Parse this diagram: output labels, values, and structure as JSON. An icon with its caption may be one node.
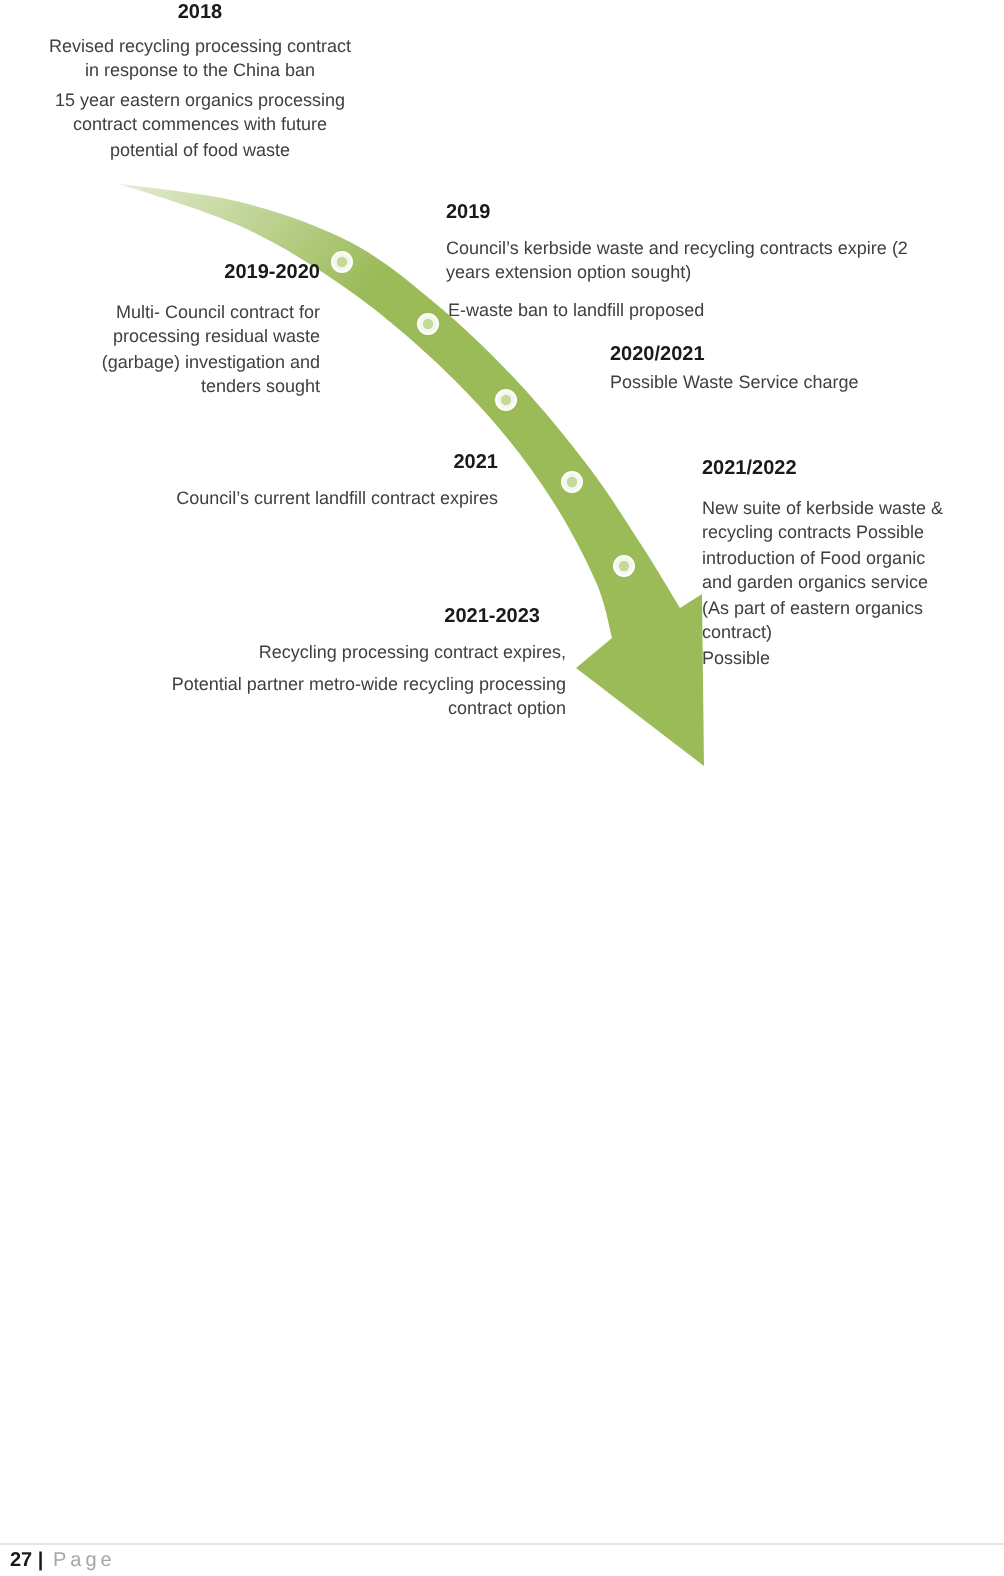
{
  "diagram": {
    "labels": [
      "2018",
      "Revised recycling processing contract in response to the China ban",
      "15 year eastern organics processing contract commences with future potential of food waste",
      "2019",
      "Council’s kerbside waste and recycling contracts expire (2 years extension option sought)",
      "E-waste ban to landfill proposed",
      "2019-2020",
      "Multi- Council contract for processing residual waste (garbage) investigation and tenders sought",
      "2020/2021",
      "Possible Waste Service charge",
      "2021",
      "Council’s current landfill contract expires",
      "2021/2022",
      "New suite of kerbside waste & recycling contracts Possible introduction of Food organic and garden organics service (As part of eastern organics contract)",
      "Possible",
      "2021-2023",
      "Recycling processing contract expires,",
      "Potential partner metro-wide recycling processing contract option",
      "**27 |** Page"
    ]
  }
}
